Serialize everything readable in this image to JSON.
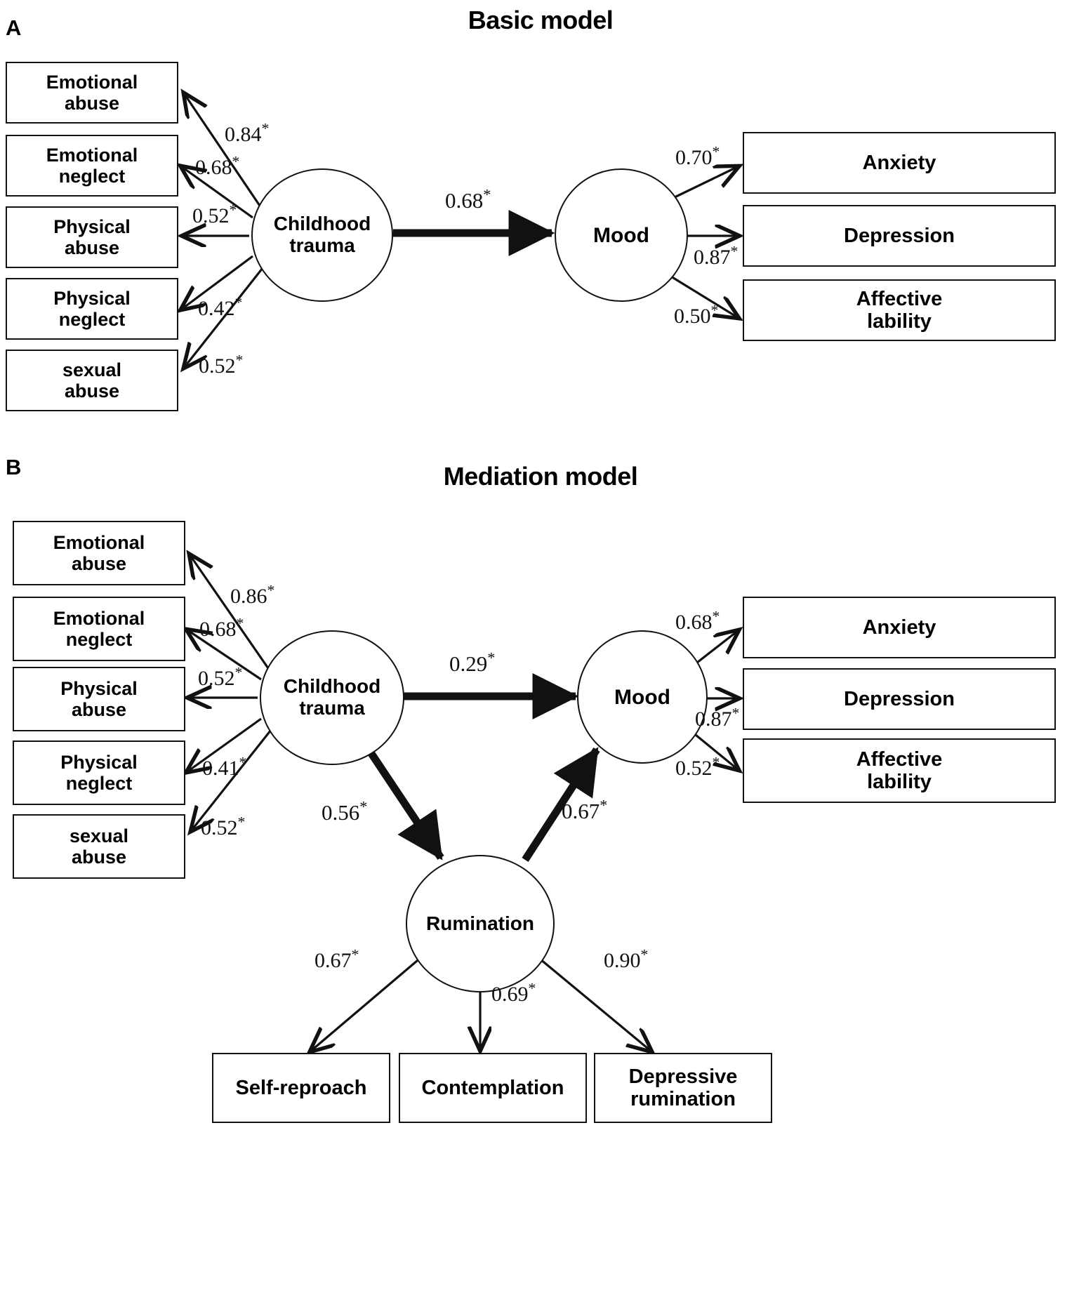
{
  "figure": {
    "panels": [
      {
        "letter": "A",
        "title": "Basic model",
        "latent_predictor": "Childhood\ntrauma",
        "latent_outcome": "Mood"
      },
      {
        "letter": "B",
        "title": "Mediation model",
        "latent_predictor": "Childhood\ntrauma",
        "latent_outcome": "Mood",
        "latent_mediator": "Rumination"
      }
    ]
  },
  "panelA": {
    "letter": "A",
    "title": "Basic model",
    "nodes": {
      "childhood_trauma_line1": "Childhood",
      "childhood_trauma_line2": "trauma",
      "mood": "Mood"
    },
    "trauma_indicators": [
      {
        "line1": "Emotional",
        "line2": "abuse",
        "loading": "0.84",
        "star": "*"
      },
      {
        "line1": "Emotional",
        "line2": "neglect",
        "loading": "0.68",
        "star": "*"
      },
      {
        "line1": "Physical",
        "line2": "abuse",
        "loading": "0.52",
        "star": "*"
      },
      {
        "line1": "Physical",
        "line2": "neglect",
        "loading": "0.42",
        "star": "*"
      },
      {
        "line1": "sexual",
        "line2": "abuse",
        "loading": "0.52",
        "star": "*"
      }
    ],
    "mood_indicators": [
      {
        "line1": "Anxiety",
        "line2": "",
        "loading": "0.70",
        "star": "*"
      },
      {
        "line1": "Depression",
        "line2": "",
        "loading": "0.87",
        "star": "*"
      },
      {
        "line1": "Affective",
        "line2": "lability",
        "loading": "0.50",
        "star": "*"
      }
    ],
    "structural_paths": [
      {
        "from": "Childhood trauma",
        "to": "Mood",
        "coefficient": "0.68",
        "star": "*"
      }
    ]
  },
  "panelB": {
    "letter": "B",
    "title": "Mediation model",
    "nodes": {
      "childhood_trauma_line1": "Childhood",
      "childhood_trauma_line2": "trauma",
      "mood": "Mood",
      "rumination": "Rumination"
    },
    "trauma_indicators": [
      {
        "line1": "Emotional",
        "line2": "abuse",
        "loading": "0.86",
        "star": "*"
      },
      {
        "line1": "Emotional",
        "line2": "neglect",
        "loading": "0.68",
        "star": "*"
      },
      {
        "line1": "Physical",
        "line2": "abuse",
        "loading": "0.52",
        "star": "*"
      },
      {
        "line1": "Physical",
        "line2": "neglect",
        "loading": "0.41",
        "star": "*"
      },
      {
        "line1": "sexual",
        "line2": "abuse",
        "loading": "0.52",
        "star": "*"
      }
    ],
    "mood_indicators": [
      {
        "line1": "Anxiety",
        "line2": "",
        "loading": "0.68",
        "star": "*"
      },
      {
        "line1": "Depression",
        "line2": "",
        "loading": "0.87",
        "star": "*"
      },
      {
        "line1": "Affective",
        "line2": "lability",
        "loading": "0.52",
        "star": "*"
      }
    ],
    "rumination_indicators": [
      {
        "line1": "Self-reproach",
        "line2": "",
        "loading": "0.67",
        "star": "*"
      },
      {
        "line1": "Contemplation",
        "line2": "",
        "loading": "0.69",
        "star": "*"
      },
      {
        "line1": "Depressive",
        "line2": "rumination",
        "loading": "0.90",
        "star": "*"
      }
    ],
    "structural_paths": [
      {
        "from": "Childhood trauma",
        "to": "Mood",
        "coefficient": "0.29",
        "star": "*"
      },
      {
        "from": "Childhood trauma",
        "to": "Rumination",
        "coefficient": "0.56",
        "star": "*"
      },
      {
        "from": "Rumination",
        "to": "Mood",
        "coefficient": "0.67",
        "star": "*"
      }
    ]
  },
  "chart_data": {
    "type": "diagram",
    "title": "Structural equation models of childhood trauma, rumination and mood",
    "models": [
      {
        "name": "Basic model",
        "panel": "A",
        "measurement": [
          {
            "latent": "Childhood trauma",
            "indicator": "Emotional abuse",
            "value": 0.84,
            "significant": true
          },
          {
            "latent": "Childhood trauma",
            "indicator": "Emotional neglect",
            "value": 0.68,
            "significant": true
          },
          {
            "latent": "Childhood trauma",
            "indicator": "Physical abuse",
            "value": 0.52,
            "significant": true
          },
          {
            "latent": "Childhood trauma",
            "indicator": "Physical neglect",
            "value": 0.42,
            "significant": true
          },
          {
            "latent": "Childhood trauma",
            "indicator": "sexual abuse",
            "value": 0.52,
            "significant": true
          },
          {
            "latent": "Mood",
            "indicator": "Anxiety",
            "value": 0.7,
            "significant": true
          },
          {
            "latent": "Mood",
            "indicator": "Depression",
            "value": 0.87,
            "significant": true
          },
          {
            "latent": "Mood",
            "indicator": "Affective lability",
            "value": 0.5,
            "significant": true
          }
        ],
        "structural": [
          {
            "from": "Childhood trauma",
            "to": "Mood",
            "value": 0.68,
            "significant": true
          }
        ]
      },
      {
        "name": "Mediation model",
        "panel": "B",
        "measurement": [
          {
            "latent": "Childhood trauma",
            "indicator": "Emotional abuse",
            "value": 0.86,
            "significant": true
          },
          {
            "latent": "Childhood trauma",
            "indicator": "Emotional neglect",
            "value": 0.68,
            "significant": true
          },
          {
            "latent": "Childhood trauma",
            "indicator": "Physical abuse",
            "value": 0.52,
            "significant": true
          },
          {
            "latent": "Childhood trauma",
            "indicator": "Physical neglect",
            "value": 0.41,
            "significant": true
          },
          {
            "latent": "Childhood trauma",
            "indicator": "sexual abuse",
            "value": 0.52,
            "significant": true
          },
          {
            "latent": "Mood",
            "indicator": "Anxiety",
            "value": 0.68,
            "significant": true
          },
          {
            "latent": "Mood",
            "indicator": "Depression",
            "value": 0.87,
            "significant": true
          },
          {
            "latent": "Mood",
            "indicator": "Affective lability",
            "value": 0.52,
            "significant": true
          },
          {
            "latent": "Rumination",
            "indicator": "Self-reproach",
            "value": 0.67,
            "significant": true
          },
          {
            "latent": "Rumination",
            "indicator": "Contemplation",
            "value": 0.69,
            "significant": true
          },
          {
            "latent": "Rumination",
            "indicator": "Depressive rumination",
            "value": 0.9,
            "significant": true
          }
        ],
        "structural": [
          {
            "from": "Childhood trauma",
            "to": "Mood",
            "value": 0.29,
            "significant": true
          },
          {
            "from": "Childhood trauma",
            "to": "Rumination",
            "value": 0.56,
            "significant": true
          },
          {
            "from": "Rumination",
            "to": "Mood",
            "value": 0.67,
            "significant": true
          }
        ]
      }
    ]
  }
}
